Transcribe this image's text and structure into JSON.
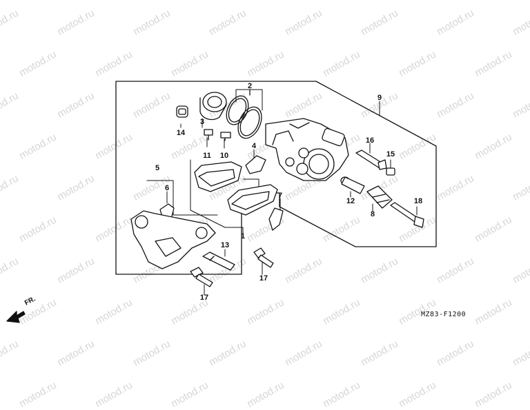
{
  "diagram": {
    "watermark": "motod.ru",
    "figure_code": "MZ83-F1200",
    "front_label": "FR.",
    "parts": [
      {
        "id": "p1",
        "label": "1"
      },
      {
        "id": "p2",
        "label": "2"
      },
      {
        "id": "p3",
        "label": "3"
      },
      {
        "id": "p4",
        "label": "4"
      },
      {
        "id": "p5",
        "label": "5"
      },
      {
        "id": "p6",
        "label": "6"
      },
      {
        "id": "p7",
        "label": "7"
      },
      {
        "id": "p8",
        "label": "8"
      },
      {
        "id": "p9",
        "label": "9"
      },
      {
        "id": "p10",
        "label": "10"
      },
      {
        "id": "p11",
        "label": "11"
      },
      {
        "id": "p12",
        "label": "12"
      },
      {
        "id": "p13",
        "label": "13"
      },
      {
        "id": "p14",
        "label": "14"
      },
      {
        "id": "p15",
        "label": "15"
      },
      {
        "id": "p16",
        "label": "16"
      },
      {
        "id": "p17a",
        "label": "17"
      },
      {
        "id": "p17b",
        "label": "17"
      },
      {
        "id": "p18",
        "label": "18"
      }
    ]
  }
}
